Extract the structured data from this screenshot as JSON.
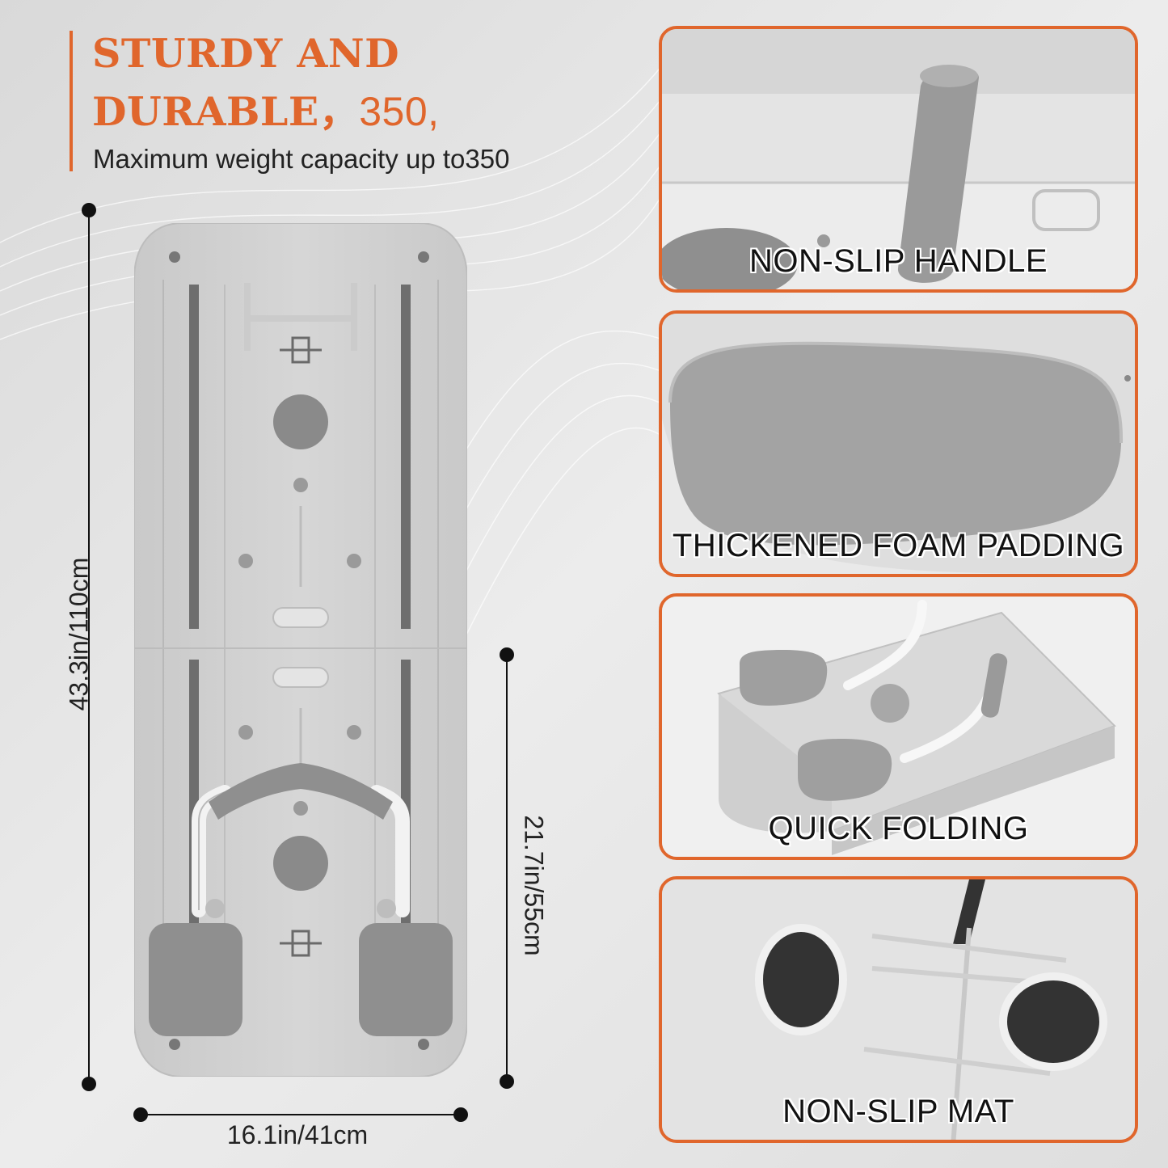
{
  "headline": {
    "line1": "STURDY AND",
    "line2_word": "DURABLE",
    "line2_sep": "，",
    "line2_num": "350,"
  },
  "subhead": "Maximum weight capacity up to350",
  "dimensions": {
    "height": "43.3in/110cm",
    "folded": "21.7in/55cm",
    "width": "16.1in/41cm"
  },
  "features": [
    {
      "label": "NON-SLIP HANDLE"
    },
    {
      "label": "THICKENED FOAM PADDING"
    },
    {
      "label": "QUICK FOLDING"
    },
    {
      "label": "NON-SLIP MAT"
    }
  ],
  "colors": {
    "accent": "#e0662c",
    "board": "#d0d0d0",
    "pad": "#8f8f8f"
  }
}
